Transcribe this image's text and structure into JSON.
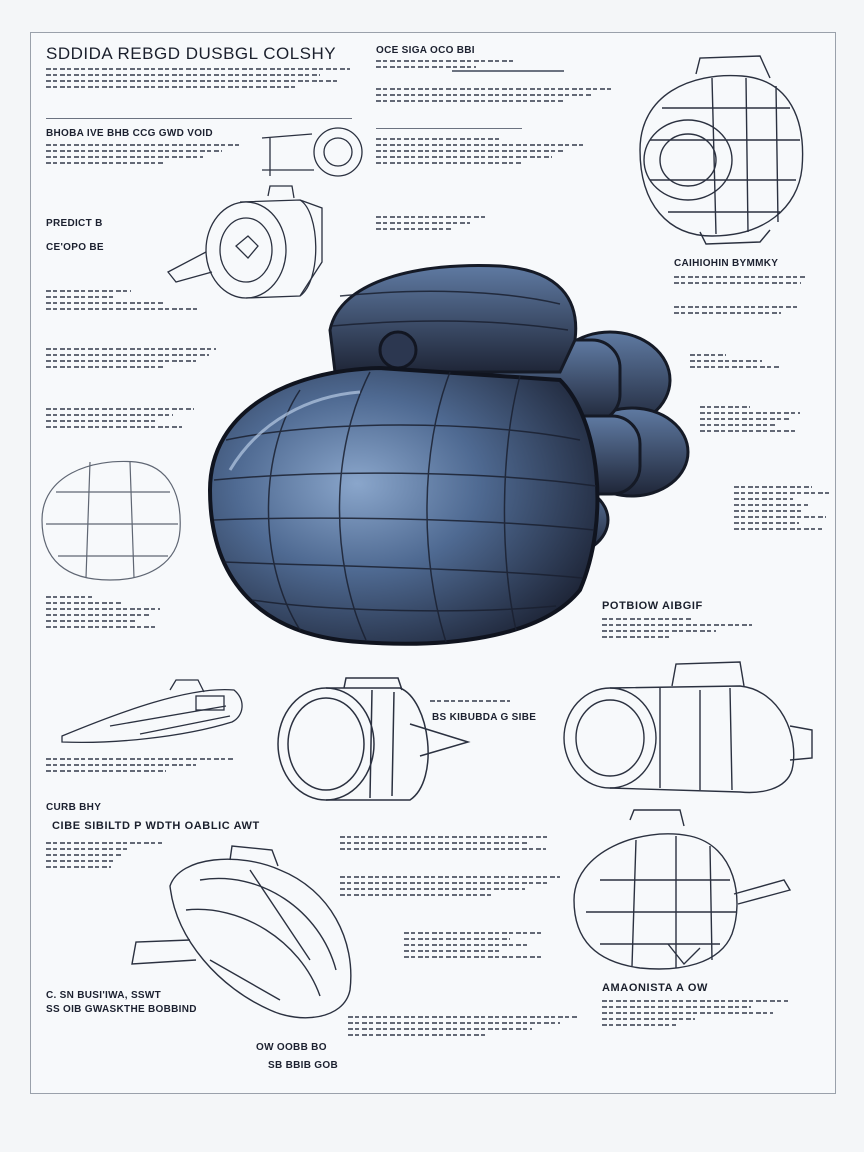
{
  "sheet": {
    "title": "SDDIDA REBGD DUSBGL COLSHY",
    "headings": {
      "top_center": "OCE SIGA  OCO BBI",
      "left_block": "BHOBA IVE BHB   CCG GWD VOID",
      "left_small_1": "PREDICT B",
      "left_small_2": "CE'OPO BE",
      "right_1": "CAIHIOHIN BYMMKY",
      "right_2": "POTBIOW AIBGIF",
      "center_label": "BS KIBUBDA G SIBE",
      "left_lower_1": "CURB BHY",
      "left_lower_2": "CIBE SIBILTD P WDTH OABLIC AWT",
      "right_bottom": "AMAONISTA A OW",
      "bottom_left_1": "C.  SN BUSI'IWA,  SSWT",
      "bottom_left_2": "SS OIB  GWASKTHE BOBBIND",
      "bottom_center_1": "OW  OOBB BO",
      "bottom_center_2": "SB BBIB GOB"
    },
    "line_color": "#2b3140",
    "accent_color": "#5f86b8"
  }
}
